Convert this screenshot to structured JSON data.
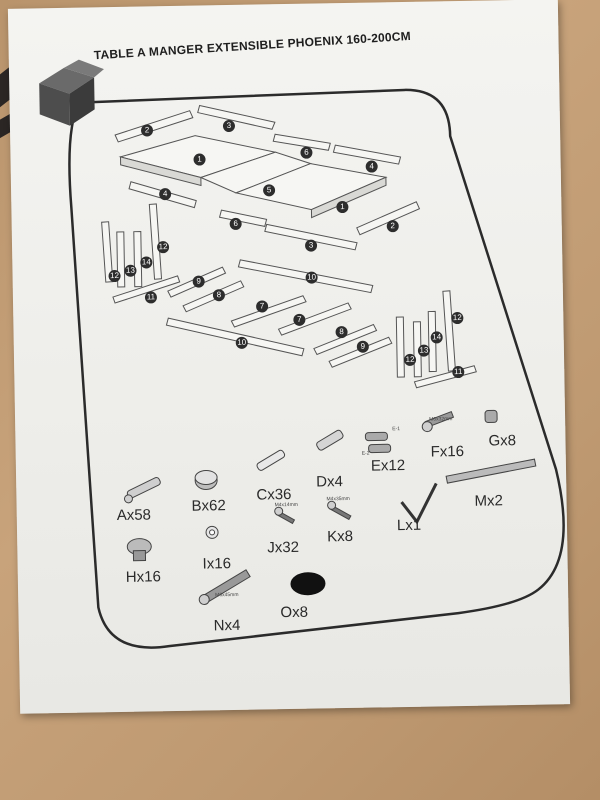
{
  "title": "TABLE A MANGER EXTENSIBLE PHOENIX 160-200CM",
  "hardware": [
    {
      "id": "ax",
      "label": "Ax58"
    },
    {
      "id": "bx",
      "label": "Bx62"
    },
    {
      "id": "cx",
      "label": "Cx36"
    },
    {
      "id": "dx",
      "label": "Dx4"
    },
    {
      "id": "ex",
      "label": "Ex12"
    },
    {
      "id": "fx",
      "label": "Fx16"
    },
    {
      "id": "gx",
      "label": "Gx8"
    },
    {
      "id": "hx",
      "label": "Hx16"
    },
    {
      "id": "ix",
      "label": "Ix16"
    },
    {
      "id": "jx",
      "label": "Jx32"
    },
    {
      "id": "kx",
      "label": "Kx8"
    },
    {
      "id": "lx",
      "label": "Lx1"
    },
    {
      "id": "mx",
      "label": "Mx2"
    },
    {
      "id": "nx",
      "label": "Nx4"
    },
    {
      "id": "ox",
      "label": "Ox8"
    }
  ],
  "screw_specs": {
    "fx": "M6x32mm",
    "jx": "M4x14mm",
    "kx": "M4x35mm",
    "nx": "M6x45mm",
    "ex_top": "E-1",
    "ex_bottom": "E-2"
  },
  "part_numbers": [
    "1",
    "2",
    "3",
    "4",
    "5",
    "6",
    "7",
    "8",
    "9",
    "10",
    "11",
    "12",
    "13",
    "14"
  ]
}
